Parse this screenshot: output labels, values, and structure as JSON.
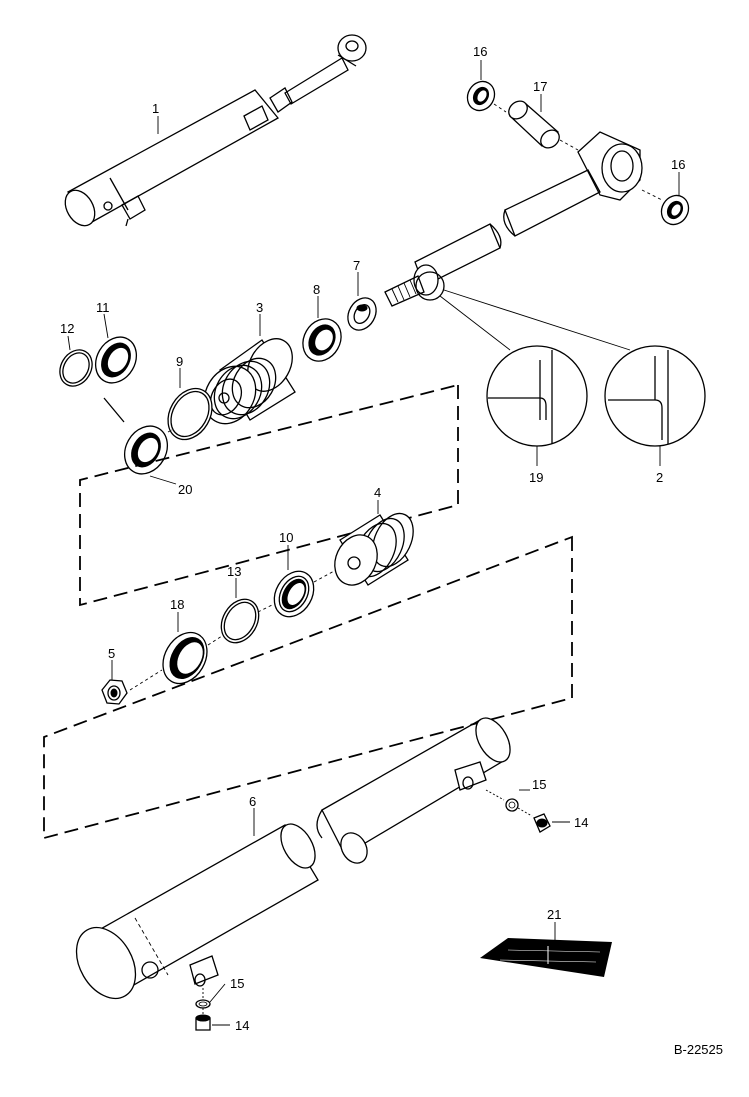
{
  "diagram": {
    "reference": "B-22525",
    "callouts": [
      {
        "id": "c1",
        "label": "1"
      },
      {
        "id": "c2",
        "label": "2"
      },
      {
        "id": "c3",
        "label": "3"
      },
      {
        "id": "c4",
        "label": "4"
      },
      {
        "id": "c5",
        "label": "5"
      },
      {
        "id": "c6",
        "label": "6"
      },
      {
        "id": "c7",
        "label": "7"
      },
      {
        "id": "c8",
        "label": "8"
      },
      {
        "id": "c9",
        "label": "9"
      },
      {
        "id": "c10",
        "label": "10"
      },
      {
        "id": "c11",
        "label": "11"
      },
      {
        "id": "c12",
        "label": "12"
      },
      {
        "id": "c13",
        "label": "13"
      },
      {
        "id": "c14a",
        "label": "14"
      },
      {
        "id": "c14b",
        "label": "14"
      },
      {
        "id": "c15a",
        "label": "15"
      },
      {
        "id": "c15b",
        "label": "15"
      },
      {
        "id": "c16a",
        "label": "16"
      },
      {
        "id": "c16b",
        "label": "16"
      },
      {
        "id": "c17",
        "label": "17"
      },
      {
        "id": "c18",
        "label": "18"
      },
      {
        "id": "c19",
        "label": "19"
      },
      {
        "id": "c20",
        "label": "20"
      },
      {
        "id": "c21",
        "label": "21"
      }
    ]
  }
}
